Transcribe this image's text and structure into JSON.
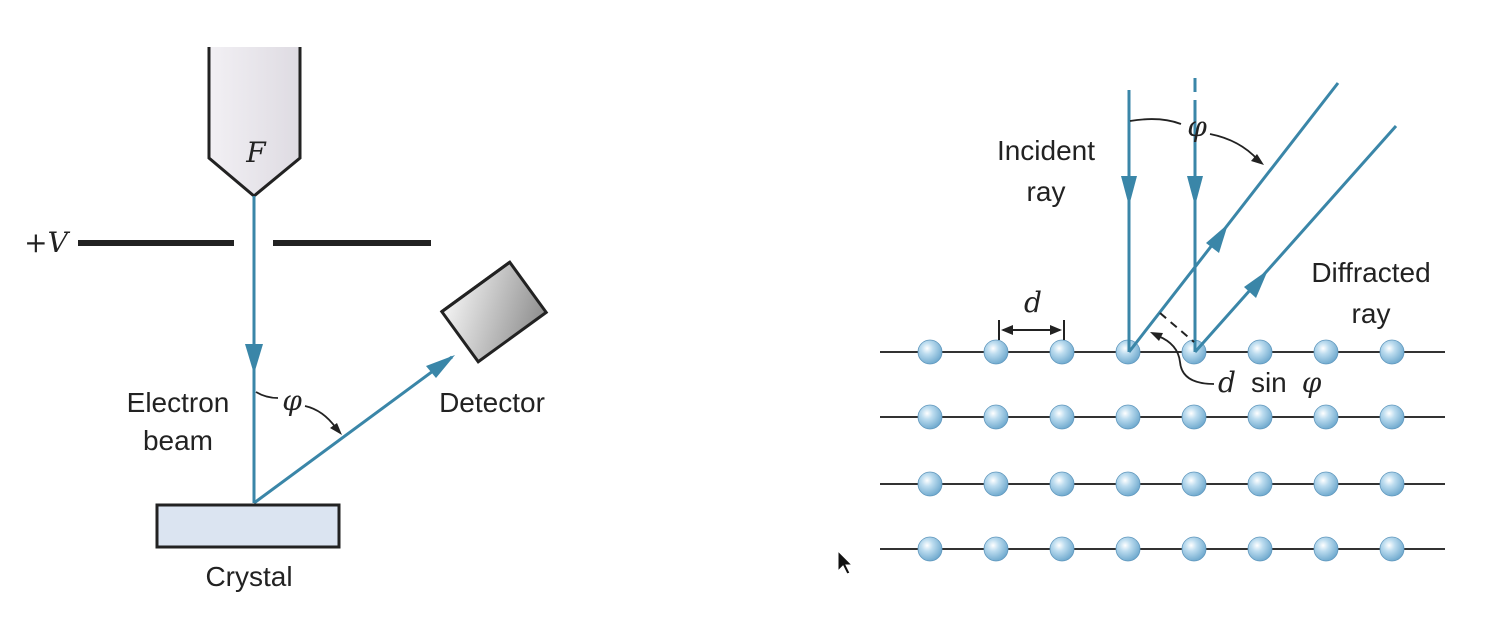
{
  "left_diagram": {
    "filament_label": "F",
    "voltage_label": "+V",
    "electron_beam_label_line1": "Electron",
    "electron_beam_label_line2": "beam",
    "angle_label": "φ",
    "detector_label": "Detector",
    "crystal_label": "Crystal"
  },
  "right_diagram": {
    "incident_label_line1": "Incident",
    "incident_label_line2": "ray",
    "angle_label": "φ",
    "diffracted_label_line1": "Diffracted",
    "diffracted_label_line2": "ray",
    "spacing_label": "d",
    "path_diff_var": "d",
    "path_diff_func": "sin",
    "path_diff_angle": "φ"
  },
  "colors": {
    "beam": "#3a86a8",
    "line": "#222222",
    "crystal_fill": "#dbe4f1",
    "atom_fill": "#9ccbe6",
    "filament_fill": "#e8e6ea"
  },
  "icons": [
    "cursor-arrow-icon"
  ]
}
